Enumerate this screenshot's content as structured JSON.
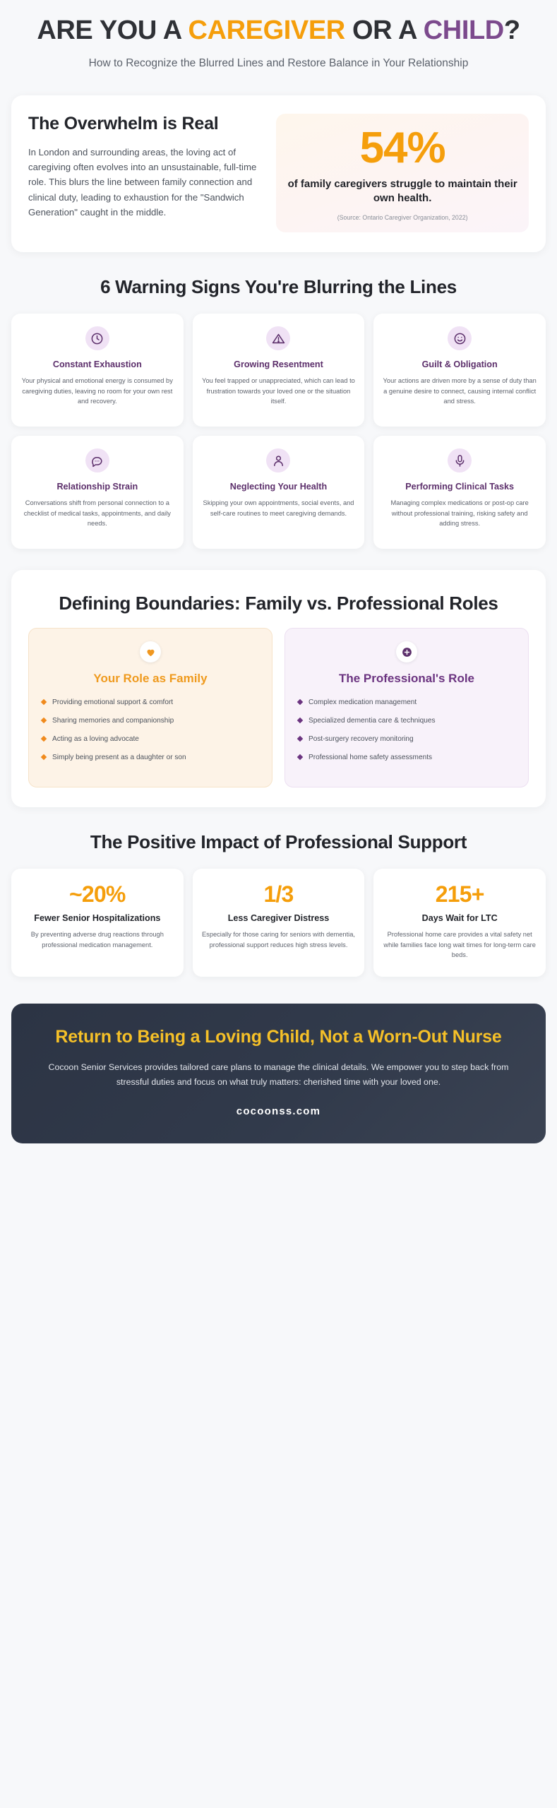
{
  "hero": {
    "title_part1": "ARE YOU A ",
    "title_caregiver": "CAREGIVER",
    "title_part2": " OR A ",
    "title_child": "CHILD",
    "title_part3": "?",
    "subtitle": "How to Recognize the Blurred Lines and Restore Balance in Your Relationship"
  },
  "overwhelm": {
    "heading": "The Overwhelm is Real",
    "body": "In London and surrounding areas, the loving act of caregiving often evolves into an unsustainable, full-time role. This blurs the line between family connection and clinical duty, leading to exhaustion for the \"Sandwich Generation\" caught in the middle.",
    "stat_value": "54%",
    "stat_label": "of family caregivers struggle to maintain their own health.",
    "stat_source": "(Source: Ontario Caregiver Organization, 2022)"
  },
  "signs": {
    "heading": "6 Warning Signs You're Blurring the Lines",
    "items": [
      {
        "icon": "clock-icon",
        "title": "Constant Exhaustion",
        "body": "Your physical and emotional energy is consumed by caregiving duties, leaving no room for your own rest and recovery."
      },
      {
        "icon": "warning-triangle-icon",
        "title": "Growing Resentment",
        "body": "You feel trapped or unappreciated, which can lead to frustration towards your loved one or the situation itself."
      },
      {
        "icon": "smiley-face-icon",
        "title": "Guilt & Obligation",
        "body": "Your actions are driven more by a sense of duty than a genuine desire to connect, causing internal conflict and stress."
      },
      {
        "icon": "speech-bubble-icon",
        "title": "Relationship Strain",
        "body": "Conversations shift from personal connection to a checklist of medical tasks, appointments, and daily needs."
      },
      {
        "icon": "person-icon",
        "title": "Neglecting Your Health",
        "body": "Skipping your own appointments, social events, and self-care routines to meet caregiving demands."
      },
      {
        "icon": "microphone-icon",
        "title": "Performing Clinical Tasks",
        "body": "Managing complex medications or post-op care without professional training, risking safety and adding stress."
      }
    ]
  },
  "boundaries": {
    "heading": "Defining Boundaries: Family vs. Professional Roles",
    "family": {
      "icon": "heart-icon",
      "title": "Your Role as Family",
      "items": [
        "Providing emotional support & comfort",
        "Sharing memories and companionship",
        "Acting as a loving advocate",
        "Simply being present as a daughter or son"
      ]
    },
    "professional": {
      "icon": "medical-cross-icon",
      "title": "The Professional's Role",
      "items": [
        "Complex medication management",
        "Specialized dementia care & techniques",
        "Post-surgery recovery monitoring",
        "Professional home safety assessments"
      ]
    }
  },
  "impact": {
    "heading": "The Positive Impact of Professional Support",
    "items": [
      {
        "number": "~20%",
        "title": "Fewer Senior Hospitalizations",
        "body": "By preventing adverse drug reactions through professional medication management."
      },
      {
        "number": "1/3",
        "title": "Less Caregiver Distress",
        "body": "Especially for those caring for seniors with dementia, professional support reduces high stress levels."
      },
      {
        "number": "215+",
        "title": "Days Wait for LTC",
        "body": "Professional home care provides a vital safety net while families face long wait times for long-term care beds."
      }
    ]
  },
  "cta": {
    "heading": "Return to Being a Loving Child, Not a Worn-Out Nurse",
    "body": "Cocoon Senior Services provides tailored care plans to manage the clinical details. We empower you to step back from stressful duties and focus on what truly matters: cherished time with your loved one.",
    "url": "cocoonss.com"
  },
  "colors": {
    "orange": "#f59e0b",
    "purple": "#7c4a8d",
    "dark_navy": "#2c3444",
    "cta_yellow": "#f5c028",
    "card_purple_text": "#5c2f6b"
  }
}
